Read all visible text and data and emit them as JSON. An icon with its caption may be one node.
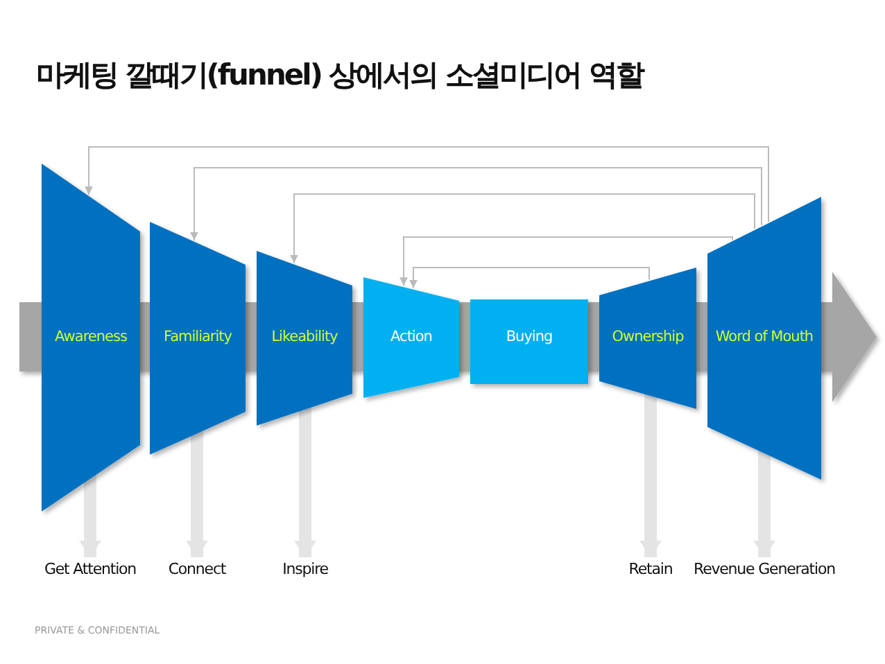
{
  "diagram": {
    "title": "마케팅 깔때기(funnel) 상에서의 소셜미디어 역할",
    "nodes": [
      {
        "text": [
          "Awareness"
        ]
      },
      {
        "text": [
          "Familiarity"
        ]
      },
      {
        "text": [
          "Likeability"
        ]
      },
      {
        "text": [
          "Action"
        ]
      },
      {
        "text": [
          "Buying"
        ]
      },
      {
        "text": [
          "Ownership"
        ]
      },
      {
        "text": [
          "Word of Mouth"
        ]
      },
      {
        "text": [
          "Get Attention"
        ]
      },
      {
        "text": [
          "Connect"
        ]
      },
      {
        "text": [
          "Inspire"
        ]
      },
      {
        "text": [
          "Retain"
        ]
      },
      {
        "text": [
          "Revenue Generation"
        ]
      }
    ],
    "edges": [
      {
        "from": 6,
        "to": 0,
        "arrow": "to"
      },
      {
        "from": 6,
        "to": 1,
        "arrow": "to"
      },
      {
        "from": 6,
        "to": 2,
        "arrow": "to"
      },
      {
        "from": 6,
        "to": 3,
        "arrow": "to"
      },
      {
        "from": 5,
        "to": 3,
        "arrow": "to"
      },
      {
        "from": 0,
        "to": 7,
        "arrow": "to",
        "style": "thick"
      },
      {
        "from": 1,
        "to": 8,
        "arrow": "to",
        "style": "thick"
      },
      {
        "from": 2,
        "to": 9,
        "arrow": "to",
        "style": "thick"
      },
      {
        "from": 5,
        "to": 10,
        "arrow": "to",
        "style": "thick"
      },
      {
        "from": 6,
        "to": 11,
        "arrow": "to",
        "style": "thick"
      }
    ],
    "labels": [
      "PRIVATE & CONFIDENTIAL"
    ]
  }
}
